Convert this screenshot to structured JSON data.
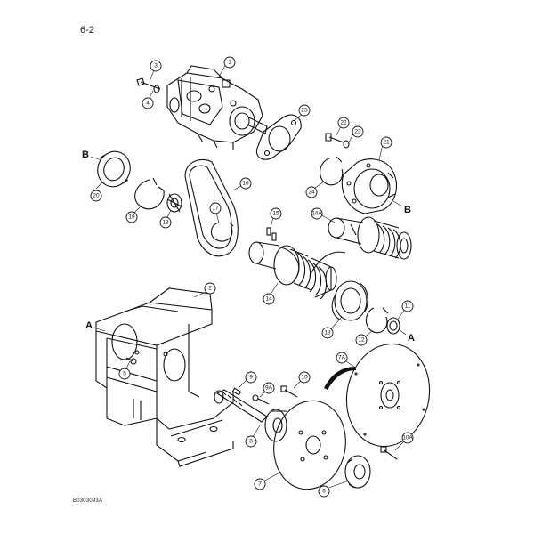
{
  "page_label": "6-2",
  "figure_code": "B0303093A",
  "callouts": {
    "c1": "1",
    "c2": "2",
    "c3": "3",
    "c4": "4",
    "c5": "5",
    "c6": "6",
    "c7": "7",
    "c7a": "7A",
    "c8": "8",
    "c9": "9",
    "c9a": "9A",
    "c10": "10",
    "c10a": "10A",
    "c11": "11",
    "c12": "12",
    "c13": "13",
    "c14": "14",
    "c14a": "14A",
    "c15": "15",
    "c16": "16",
    "c17": "17",
    "c18": "18",
    "c19": "19",
    "c20": "20",
    "c21": "21",
    "c22": "22",
    "c23": "23",
    "c24": "24",
    "c25": "25"
  },
  "letters": {
    "b_left": "B",
    "b_right": "B",
    "a_left": "A",
    "a_right": "A"
  }
}
